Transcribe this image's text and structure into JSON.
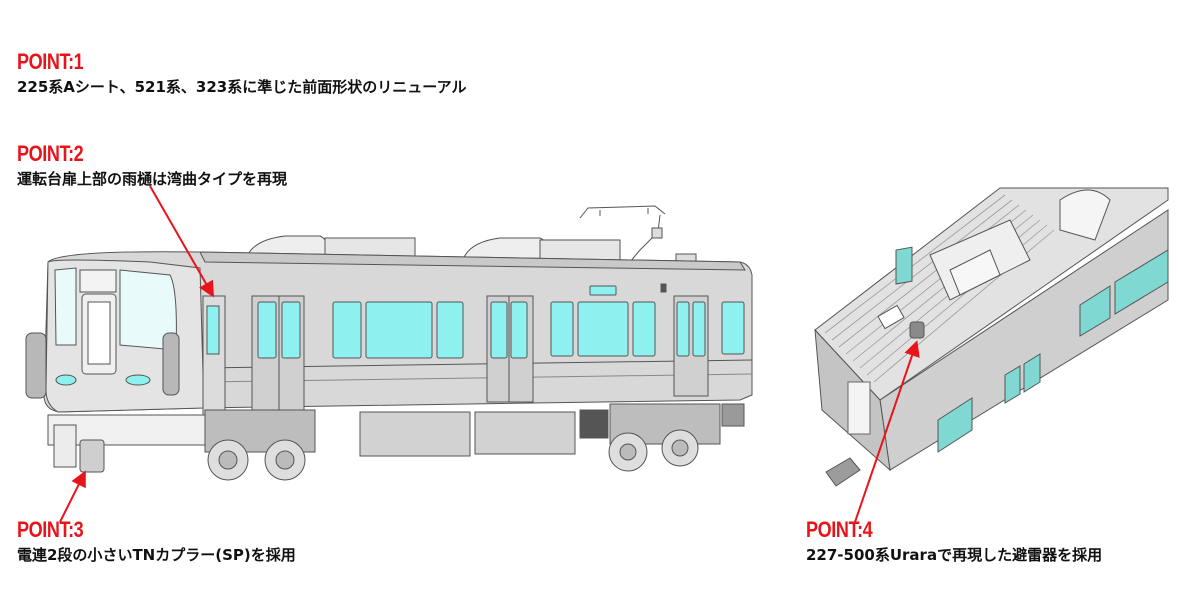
{
  "colors": {
    "accent_red": "#e8141b",
    "text_dark": "#111111",
    "body_gray": "#d6d6d6",
    "window_cyan": "#8ff0f0",
    "window_cyan_iso": "#7fd8d2",
    "background": "#ffffff"
  },
  "points": [
    {
      "title": "POINT:1",
      "description": "225系Aシート、521系、323系に準じた前面形状のリニューアル"
    },
    {
      "title": "POINT:2",
      "description": "運転台扉上部の雨樋は湾曲タイプを再現"
    },
    {
      "title": "POINT:3",
      "description": "電連2段の小さいTNカプラー(SP)を採用"
    },
    {
      "title": "POINT:4",
      "description": "227-500系Uraraで再現した避雷器を採用"
    }
  ],
  "illustrations": {
    "side_view": "train-side-view",
    "roof_view": "train-roof-isometric-view"
  }
}
